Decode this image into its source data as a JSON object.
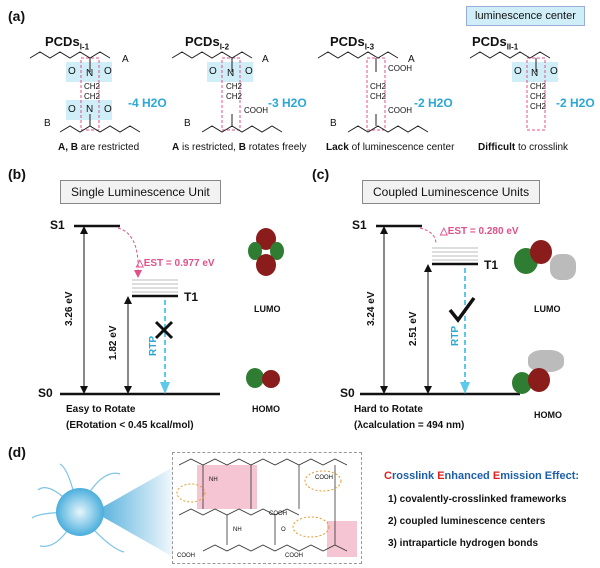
{
  "panel_a": {
    "label": "(a)",
    "badge": "luminescence center",
    "molecules": [
      {
        "name": "PCDs",
        "sub": "I-1",
        "water": "-4 H2O",
        "cap_bold1": "A, B",
        "cap_rest1": " are restricted",
        "cap_bold2": "",
        "cap_rest2": ""
      },
      {
        "name": "PCDs",
        "sub": "I-2",
        "water": "-3 H2O",
        "cap_bold1": "A",
        "cap_rest1": " is restricted, ",
        "cap_bold2": "B",
        "cap_rest2": " rotates freely"
      },
      {
        "name": "PCDs",
        "sub": "I-3",
        "water": "-2 H2O",
        "cap_bold1": "Lack",
        "cap_rest1": " of luminescence center",
        "cap_bold2": "",
        "cap_rest2": ""
      },
      {
        "name": "PCDs",
        "sub": "II-1",
        "water": "-2 H2O",
        "cap_bold1": "Difficult",
        "cap_rest1": " to crosslink",
        "cap_bold2": "",
        "cap_rest2": ""
      }
    ],
    "atoms": {
      "A": "A",
      "B": "B",
      "N": "N",
      "O": "O",
      "CH2": "CH2",
      "COOH": "COOH"
    }
  },
  "panel_b": {
    "label": "(b)",
    "title": "Single Luminescence Unit",
    "s1": "S1",
    "t1": "T1",
    "s0": "S0",
    "gap1": "3.26 eV",
    "gap2": "1.82 eV",
    "dest": "△EST = 0.977 eV",
    "rtp": "RTP",
    "lumo": "LUMO",
    "homo": "HOMO",
    "note1": "Easy to Rotate",
    "note2": "(ERotation < 0.45 kcal/mol)"
  },
  "panel_c": {
    "label": "(c)",
    "title": "Coupled Luminescence Units",
    "s1": "S1",
    "t1": "T1",
    "s0": "S0",
    "gap1": "3.24 eV",
    "gap2": "2.51 eV",
    "dest": "△EST = 0.280 eV",
    "rtp": "RTP",
    "lumo": "LUMO",
    "homo": "HOMO",
    "note1": "Hard to Rotate",
    "note2": "(λcalculation = 494 nm)"
  },
  "panel_d": {
    "label": "(d)",
    "cee_c": "C",
    "cee_1": "rosslink ",
    "cee_e": "E",
    "cee_2": "nhanced ",
    "cee_e2": "E",
    "cee_3": "mission Effect:",
    "items": [
      "1) covalently-crosslinked frameworks",
      "2) coupled luminescence centers",
      "3) intraparticle hydrogen bonds"
    ],
    "cooh": "COOH",
    "nh": "NH",
    "o": "O"
  }
}
